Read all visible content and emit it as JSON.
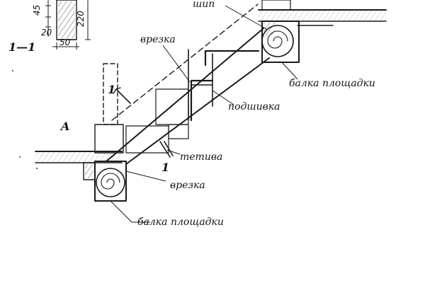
{
  "section_mark": "1—1",
  "view_mark": "A",
  "dimensions": {
    "d45": "45",
    "d20": "20",
    "d220": "220",
    "d50": "50"
  },
  "cut_marks": {
    "upper": "1",
    "lower": "1"
  },
  "labels": {
    "ship": "шип",
    "vrezka_top": "врезка",
    "balka_top": "балка площадки",
    "podshivka": "подшивка",
    "tetiva": "тетива",
    "vrezka_bottom": "врезка",
    "balka_bottom": "балка площадки"
  }
}
